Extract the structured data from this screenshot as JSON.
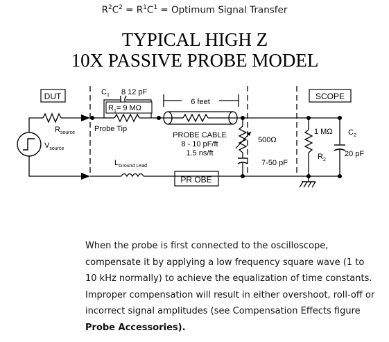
{
  "formula": {
    "r2": "R",
    "r2_sup": "2",
    "c2": "C",
    "c2_sup": "2",
    "eq1": " = ",
    "r1": "R",
    "r1_sup": "1",
    "c1": "C",
    "c1_sup": "1",
    "eq2": " = Optimum Signal Transfer"
  },
  "diagram": {
    "title_line1": "TYPICAL HIGH Z",
    "title_line2": "10X PASSIVE PROBE MODEL",
    "dut_label": "DUT",
    "scope_label": "SCOPE",
    "probe_label": "PR OBE",
    "c1_label": "C",
    "c1_sub": "1",
    "c1_value": "8   12 pF",
    "r1_label": "R",
    "r1_sub": "1",
    "r1_value": "= 9 MΩ",
    "cable_length": "6 feet",
    "rsource_label": "R",
    "rsource_sub": "source",
    "vsource_label": "V",
    "vsource_sub": "source",
    "probe_tip": "Probe Tip",
    "ground_lead": "L",
    "ground_lead_sub": "Ground Lead",
    "cable_line1": "PROBE CABLE",
    "cable_line2": "8 - 10 pF/ft",
    "cable_line3": "1.5 ns/ft",
    "comp_r": "500Ω",
    "comp_c": "7-50 pF",
    "scope_r": "1 MΩ",
    "r2_label": "R",
    "r2_sub": "2",
    "c2_label": "C",
    "c2_sub": "2",
    "c2_value": "20 pF"
  },
  "paragraph": {
    "text": "When the probe is first connected to the oscilloscope, compensate it by applying a low frequency square wave (1 to 10 kHz normally) to achieve the equalization of time constants. Improper compensation will result in either overshoot, roll-off or incorrect signal amplitudes (see Compensation Effects figure ",
    "bold_link": "Probe Accessories).",
    "trailing": ""
  }
}
